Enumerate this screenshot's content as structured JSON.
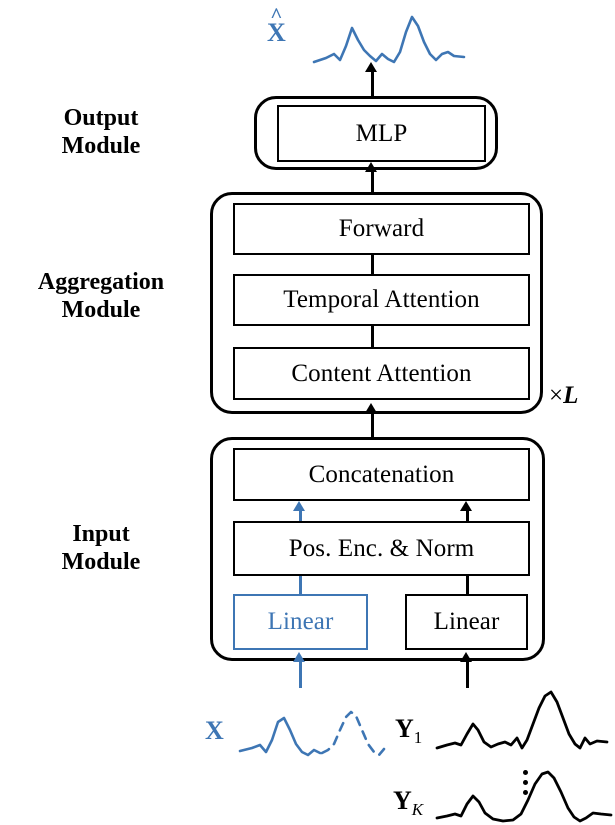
{
  "diagram": {
    "title": "Model architecture: Input / Aggregation / Output modules",
    "colors": {
      "accent_blue": "#3e76b4",
      "line_black": "#000000",
      "background": "#ffffff"
    },
    "module_labels": {
      "output": "Output\nModule",
      "aggregation": "Aggregation\nModule",
      "input": "Input\nModule"
    },
    "output_module": {
      "blocks": [
        {
          "label": "MLP"
        }
      ]
    },
    "aggregation_module": {
      "blocks": [
        {
          "label": "Forward"
        },
        {
          "label": "Temporal Attention"
        },
        {
          "label": "Content Attention"
        }
      ],
      "repeat_label": "×",
      "repeat_count": "L"
    },
    "input_module": {
      "blocks": [
        {
          "label": "Concatenation"
        },
        {
          "label": "Pos. Enc. & Norm"
        },
        {
          "label": "Linear",
          "color": "blue"
        },
        {
          "label": "Linear",
          "color": "black"
        }
      ]
    },
    "signals": {
      "output": {
        "symbol": "X̂",
        "symbol_base": "X",
        "accent": "hat",
        "color": "#3e76b4",
        "style": "solid",
        "description": "reconstructed target series"
      },
      "input_target": {
        "symbol": "X",
        "color": "#3e76b4",
        "style": "solid-then-dashed",
        "description": "target series with missing/forecast region dashed"
      },
      "covariates": [
        {
          "symbol_base": "Y",
          "subscript": "1",
          "color": "#000000",
          "style": "solid"
        },
        {
          "symbol_base": "Y",
          "subscript": "K",
          "subscript_italic": true,
          "color": "#000000",
          "style": "solid"
        }
      ],
      "ellipsis": "⋮"
    }
  }
}
